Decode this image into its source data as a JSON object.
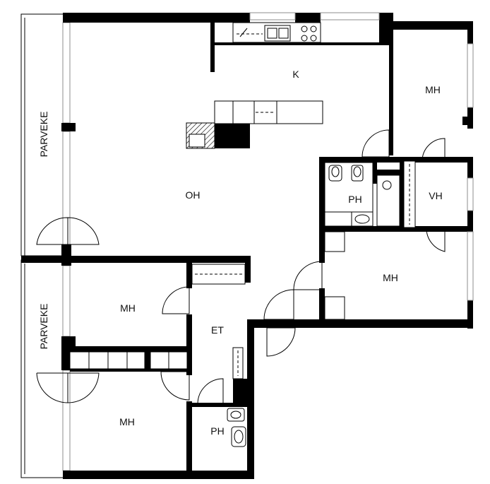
{
  "floorplan": {
    "rooms": {
      "balcony_top": "PARVEKE",
      "balcony_bottom": "PARVEKE",
      "kitchen": "K",
      "living_room": "OH",
      "bedroom_top_right": "MH",
      "bathroom_right": "PH",
      "walk_in_closet": "VH",
      "bedroom_right": "MH",
      "bedroom_left_upper": "MH",
      "hallway": "ET",
      "bedroom_left_lower": "MH",
      "bathroom_lower": "PH"
    },
    "colors": {
      "wall": "#000000",
      "glass": "#8c8c8c",
      "hatch": "#000000"
    }
  }
}
